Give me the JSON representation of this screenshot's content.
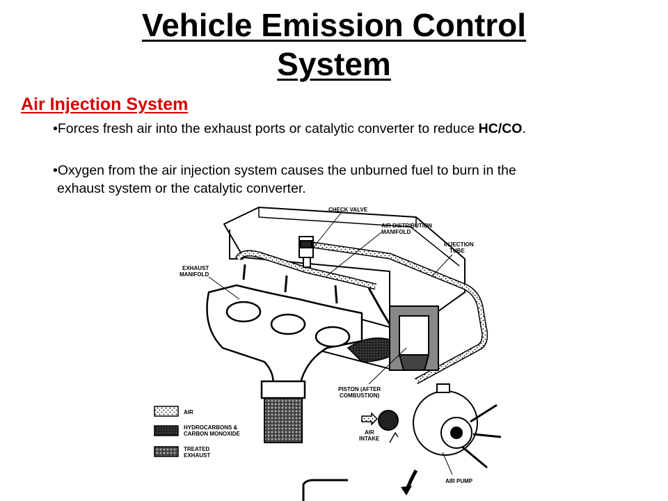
{
  "slide": {
    "title_line1": "Vehicle Emission Control",
    "title_line2": "System",
    "section_heading": "Air Injection System",
    "bullet_marker": "•",
    "bullet1_text": "Forces fresh air into the exhaust ports or catalytic converter to reduce ",
    "bullet1_emphasis": "HC/CO",
    "bullet1_end": ".",
    "bullet2_line1": "Oxygen from the air injection system causes the unburned fuel to burn in the",
    "bullet2_line2": "exhaust system or the catalytic converter."
  },
  "diagram": {
    "callouts": {
      "check_valve": "CHECK VALVE",
      "air_distribution_1": "AIR DISTRIBUTION",
      "air_distribution_2": "MANIFOLD",
      "injection_1": "INJECTION",
      "injection_2": "TUBE",
      "exhaust_1": "EXHAUST",
      "exhaust_2": "MANIFOLD",
      "piston_1": "PISTON (AFTER",
      "piston_2": "COMBUSTION)",
      "air_intake_1": "AIR",
      "air_intake_2": "INTAKE",
      "air_pump": "AIR PUMP"
    },
    "legend": [
      {
        "label_line1": "AIR",
        "label_line2": "",
        "pattern": "air"
      },
      {
        "label_line1": "HYDROCARBONS &",
        "label_line2": "CARBON MONOXIDE",
        "pattern": "hc"
      },
      {
        "label_line1": "TREATED",
        "label_line2": "EXHAUST",
        "pattern": "treated"
      }
    ]
  }
}
